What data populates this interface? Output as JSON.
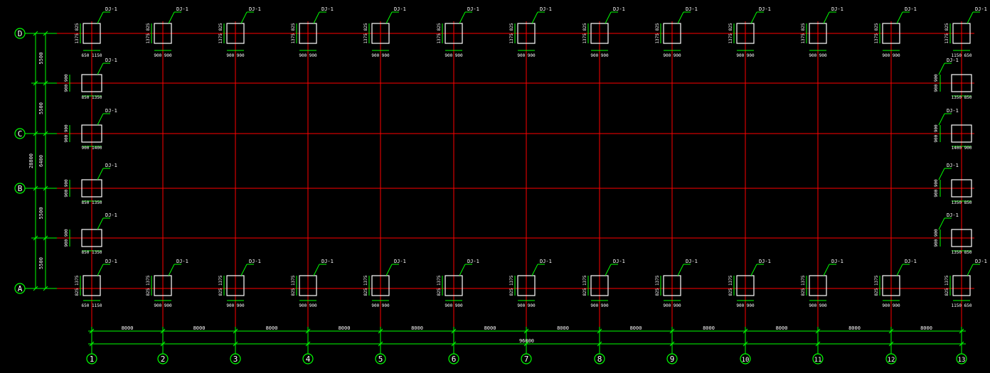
{
  "colors": {
    "background": "#000000",
    "grid_line": "#ff0000",
    "footing": "#ffffff",
    "dimension": "#00ff00",
    "text": "#ffffff",
    "leader": "#00ff00"
  },
  "footing_label": "DJ-1",
  "column_axes": [
    "1",
    "2",
    "3",
    "4",
    "5",
    "6",
    "7",
    "8",
    "9",
    "10",
    "11",
    "12",
    "13"
  ],
  "row_axes": [
    "D",
    "C",
    "B",
    "A"
  ],
  "bay_spacings": [
    "8000",
    "8000",
    "8000",
    "8000",
    "8000",
    "8000",
    "8000",
    "8000",
    "8000",
    "8000",
    "8000",
    "8000"
  ],
  "total_length": "96000",
  "left_dims": {
    "segments": [
      "5500",
      "5500",
      "6400",
      "5500",
      "5500"
    ],
    "total": "28800"
  },
  "top_row_dims": {
    "vertical": "1375 825",
    "left_end": [
      "650",
      "1150"
    ],
    "mid_a": "900 900",
    "mid_b": "900 900",
    "right_end": [
      "1150",
      "650"
    ]
  },
  "bottom_row_dims": {
    "vertical": "825 1375",
    "left_end": [
      "650",
      "1150"
    ],
    "mid_a": "900 900",
    "mid_b": "900 900",
    "right_end": [
      "1150",
      "650"
    ]
  },
  "side_rows": [
    {
      "vdim": "900 900",
      "left_h": "850 1350",
      "right_h": "1350 850"
    },
    {
      "vdim": "900 900",
      "left_h": "900 1400",
      "right_h": "1400 900"
    },
    {
      "vdim": "900 900",
      "left_h": "850 1350",
      "right_h": "1350 850"
    },
    {
      "vdim": "900 900",
      "left_h": "850 1350",
      "right_h": "1350 850"
    }
  ]
}
